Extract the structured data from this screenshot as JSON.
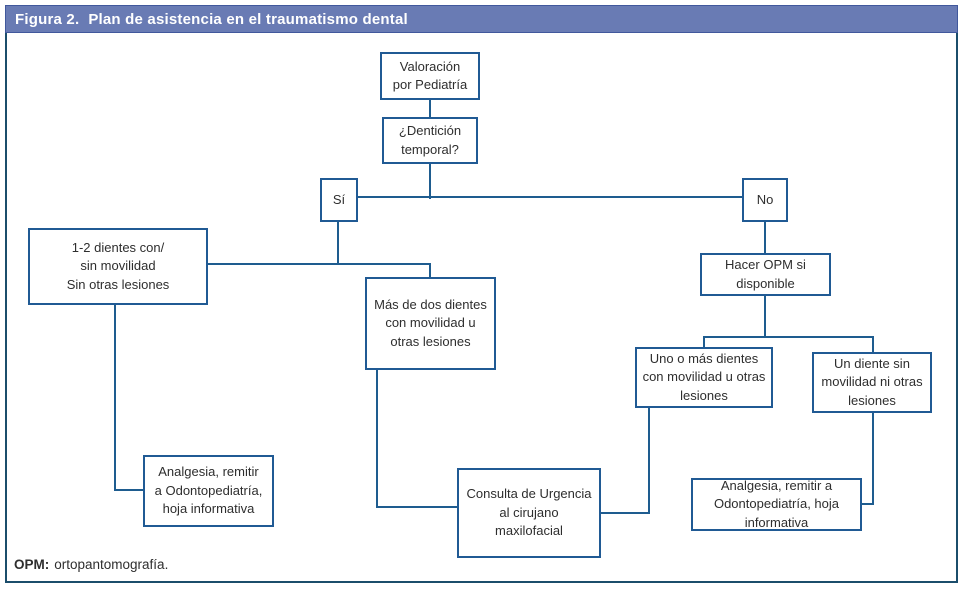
{
  "colors": {
    "header_fill": "#697bb4",
    "header_border": "#41589c",
    "header_text": "#ffffff",
    "frame_border": "#1b4d6b",
    "box_border": "#205a94",
    "line": "#1e5c8f",
    "text": "#2e2e2e",
    "background": "#ffffff"
  },
  "header": {
    "label": "Figura 2.",
    "title": "Plan de asistencia en el traumatismo dental"
  },
  "nodes": {
    "valoracion": {
      "text": "Valoración\npor Pediatría"
    },
    "denticion": {
      "text": "¿Dentición\ntemporal?"
    },
    "si": {
      "text": "Sí"
    },
    "no": {
      "text": "No"
    },
    "dientes12": {
      "text": "1-2 dientes con/\nsin movilidad\nSin otras lesiones"
    },
    "mas_de_dos": {
      "text": "Más de dos dientes\ncon movilidad u\notras lesiones"
    },
    "hacer_opm": {
      "text": "Hacer OPM si\ndisponible"
    },
    "uno_o_mas": {
      "text": "Uno o más dientes\ncon movilidad u otras\nlesiones"
    },
    "un_diente": {
      "text": "Un diente sin\nmovilidad ni otras\nlesiones"
    },
    "analgesia_izq": {
      "text": "Analgesia, remitir\na Odontopediatría,\nhoja informativa"
    },
    "consulta_urgencia": {
      "text": "Consulta de Urgencia\nal cirujano\nmaxilofacial"
    },
    "analgesia_der": {
      "text": "Analgesia, remitir a\nOdontopediatría, hoja\ninformativa"
    }
  },
  "edges": [
    [
      "valoracion",
      "denticion"
    ],
    [
      "denticion",
      "si"
    ],
    [
      "denticion",
      "no"
    ],
    [
      "si",
      "dientes12"
    ],
    [
      "si",
      "mas_de_dos"
    ],
    [
      "dientes12",
      "analgesia_izq"
    ],
    [
      "mas_de_dos",
      "consulta_urgencia"
    ],
    [
      "no",
      "hacer_opm"
    ],
    [
      "hacer_opm",
      "uno_o_mas"
    ],
    [
      "hacer_opm",
      "un_diente"
    ],
    [
      "uno_o_mas",
      "consulta_urgencia"
    ],
    [
      "un_diente",
      "analgesia_der"
    ]
  ],
  "footnote": {
    "abbr": "OPM:",
    "definition": "ortopantomografía."
  }
}
